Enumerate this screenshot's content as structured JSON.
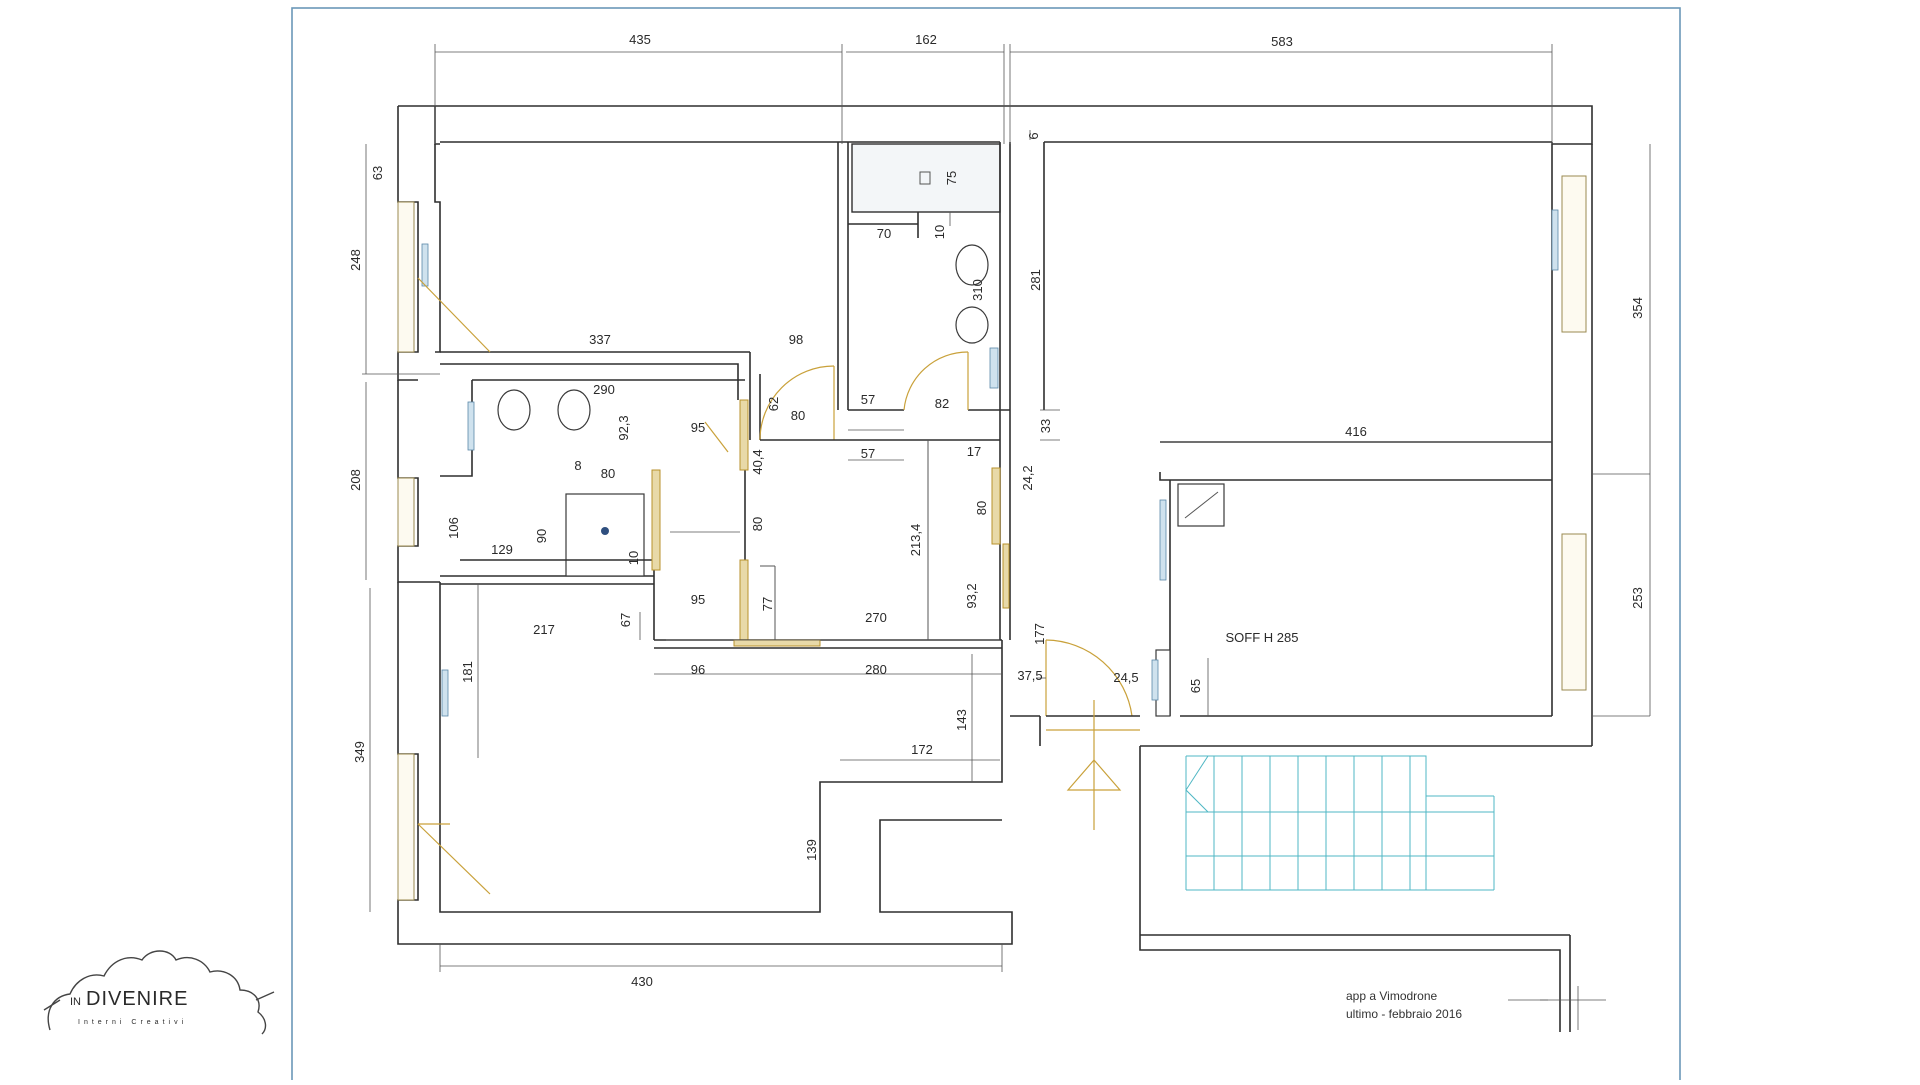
{
  "dimensions": {
    "top_435": "435",
    "top_162": "162",
    "top_583": "583",
    "left_63": "63",
    "left_248": "248",
    "left_208": "208",
    "left_349": "349",
    "right_354": "354",
    "right_253": "253",
    "d_337": "337",
    "d_98": "98",
    "d_290": "290",
    "d_92_3": "92,3",
    "d_95a": "95",
    "d_62": "62",
    "d_80a": "80",
    "d_57a": "57",
    "d_82": "82",
    "d_57b": "57",
    "d_17": "17",
    "d_40_4": "40,4",
    "d_8": "8",
    "d_80b": "80",
    "d_106": "106",
    "d_129": "129",
    "d_90": "90",
    "d_10a": "10",
    "d_80c": "80",
    "d_213_4": "213,4",
    "d_80d": "80",
    "d_24_2": "24,2",
    "d_93_2": "93,2",
    "d_95b": "95",
    "d_77": "77",
    "d_270": "270",
    "d_67": "67",
    "d_217": "217",
    "d_96": "96",
    "d_280": "280",
    "d_181": "181",
    "d_143": "143",
    "d_172": "172",
    "d_139": "139",
    "d_430": "430",
    "d_70": "70",
    "d_10b": "10",
    "d_75": "75",
    "d_310": "310",
    "d_281": "281",
    "d_6": "6",
    "d_33": "33",
    "d_416": "416",
    "d_177": "177",
    "d_37_5": "37,5",
    "d_24_5": "24,5",
    "d_65": "65"
  },
  "labels": {
    "ceiling": "SOFF H 285"
  },
  "caption": {
    "line1": "app a Vimodrone",
    "line2": "ultimo - febbraio 2016"
  },
  "logo": {
    "brand_prefix": "IN",
    "brand_main": "DIVENIRE",
    "tagline": "Interni Creativi"
  },
  "colors": {
    "frame": "#6a98b8",
    "door": "#c9a13a",
    "stair": "#4fb7c4"
  }
}
